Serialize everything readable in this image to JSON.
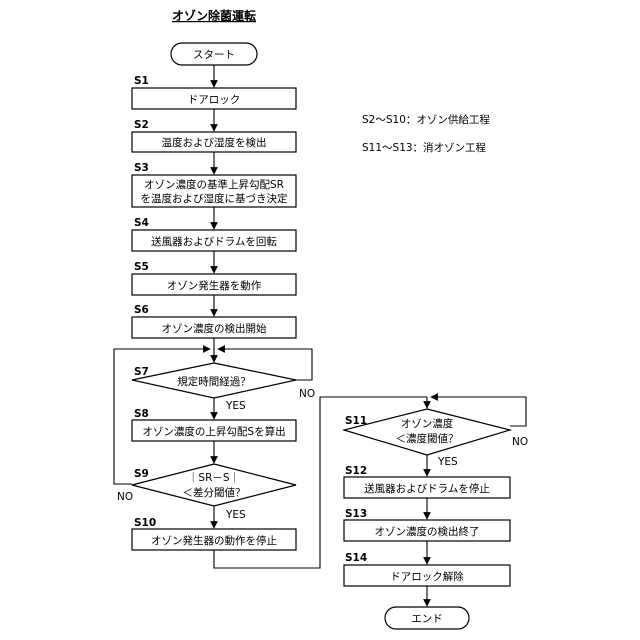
{
  "title": "オゾン除菌運転",
  "notes": [
    "S2～S10：オゾン供給工程",
    "S11～S13：消オゾン工程"
  ],
  "terminals": {
    "start": "スタート",
    "end": "エンド"
  },
  "steps": {
    "s1": {
      "id": "S1",
      "lines": [
        "ドアロック"
      ]
    },
    "s2": {
      "id": "S2",
      "lines": [
        "温度および湿度を検出"
      ]
    },
    "s3": {
      "id": "S3",
      "lines": [
        "オゾン濃度の基準上昇勾配SR",
        "を温度および湿度に基づき決定"
      ]
    },
    "s4": {
      "id": "S4",
      "lines": [
        "送風器およびドラムを回転"
      ]
    },
    "s5": {
      "id": "S5",
      "lines": [
        "オゾン発生器を動作"
      ]
    },
    "s6": {
      "id": "S6",
      "lines": [
        "オゾン濃度の検出開始"
      ]
    },
    "s7": {
      "id": "S7",
      "lines": [
        "規定時間経過？"
      ]
    },
    "s8": {
      "id": "S8",
      "lines": [
        "オゾン濃度の上昇勾配Sを算出"
      ]
    },
    "s9": {
      "id": "S9",
      "lines": [
        "｜SR－S｜",
        "＜差分閾値？"
      ]
    },
    "s10": {
      "id": "S10",
      "lines": [
        "オゾン発生器の動作を停止"
      ]
    },
    "s11": {
      "id": "S11",
      "lines": [
        "オゾン濃度",
        "＜濃度閾値？"
      ]
    },
    "s12": {
      "id": "S12",
      "lines": [
        "送風器およびドラムを停止"
      ]
    },
    "s13": {
      "id": "S13",
      "lines": [
        "オゾン濃度の検出終了"
      ]
    },
    "s14": {
      "id": "S14",
      "lines": [
        "ドアロック解除"
      ]
    }
  },
  "branch_labels": {
    "yes": "YES",
    "no": "NO"
  }
}
